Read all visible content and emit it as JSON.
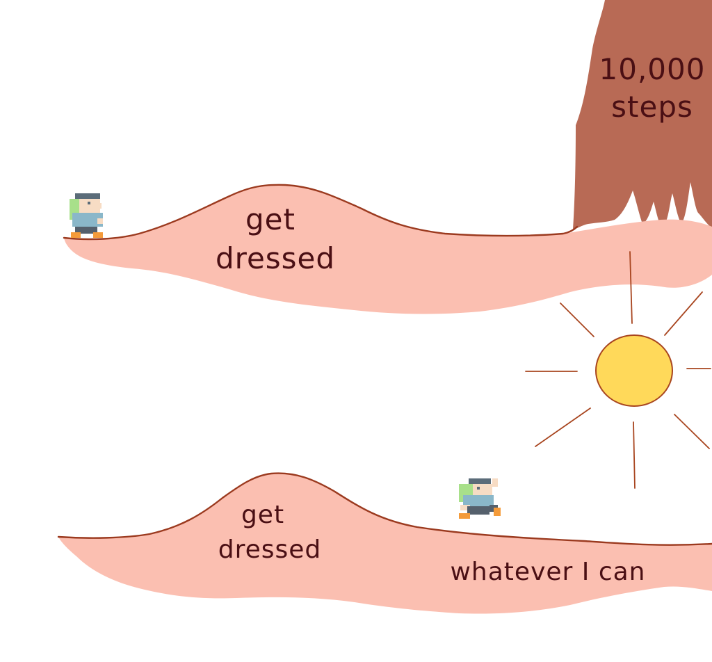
{
  "scene": {
    "upper_level": {
      "hill_label_line1": "get",
      "hill_label_line2": "dressed",
      "cliff_label_line1": "10,000",
      "cliff_label_line2": "steps",
      "player_pose": "standing"
    },
    "lower_level": {
      "hill_label_line1": "get",
      "hill_label_line2": "dressed",
      "path_label": "whatever I can",
      "player_pose": "running"
    },
    "sun": {
      "icon": "sun-icon"
    }
  },
  "colors": {
    "ground_fill": "#fbbfb1",
    "ground_outline": "#9b3a1f",
    "cliff_fill": "#b86a55",
    "sun_fill": "#ffd95a",
    "sun_outline": "#a8451f",
    "text": "#4a0f14",
    "player_hair": "#a8e08a",
    "player_cap": "#5b6c79",
    "player_skin": "#f7dcc4",
    "player_shirt": "#8ab7c9",
    "player_pants": "#55606c",
    "player_shoes": "#f49b3a"
  }
}
